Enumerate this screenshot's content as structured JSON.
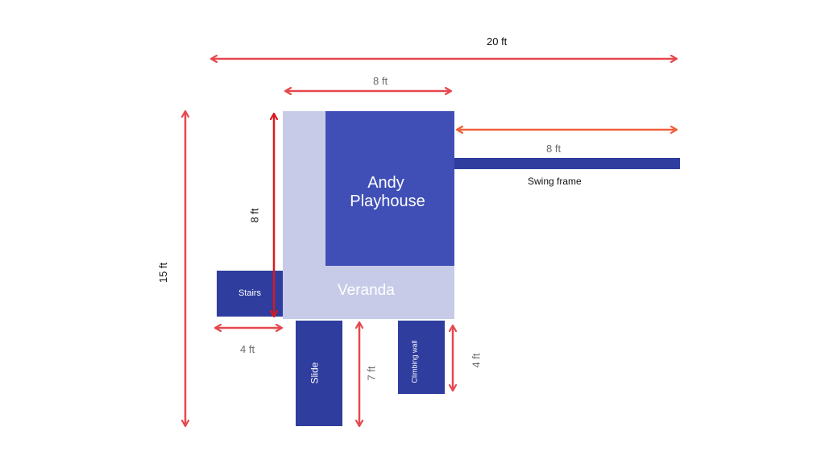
{
  "colors": {
    "arrow_primary": "#e5484d",
    "arrow_orange": "#f0603a",
    "arrow_red": "#d7191f",
    "structure_dark": "#2f3d9e",
    "structure_mid": "#3f4fb6",
    "veranda": "#c7cbe8"
  },
  "labels": {
    "total_width": "20 ft",
    "playhouse_width": "8 ft",
    "swing_length": "8 ft",
    "playhouse_height": "8 ft",
    "total_depth": "15 ft",
    "stairs_width": "4 ft",
    "slide_length": "7 ft",
    "climbing_wall_length": "4 ft"
  },
  "structures": {
    "playhouse_line1": "Andy",
    "playhouse_line2": "Playhouse",
    "veranda": "Veranda",
    "stairs": "Stairs",
    "swing_frame": "Swing frame",
    "slide": "Slide",
    "climbing_wall": "Climbing wall"
  }
}
